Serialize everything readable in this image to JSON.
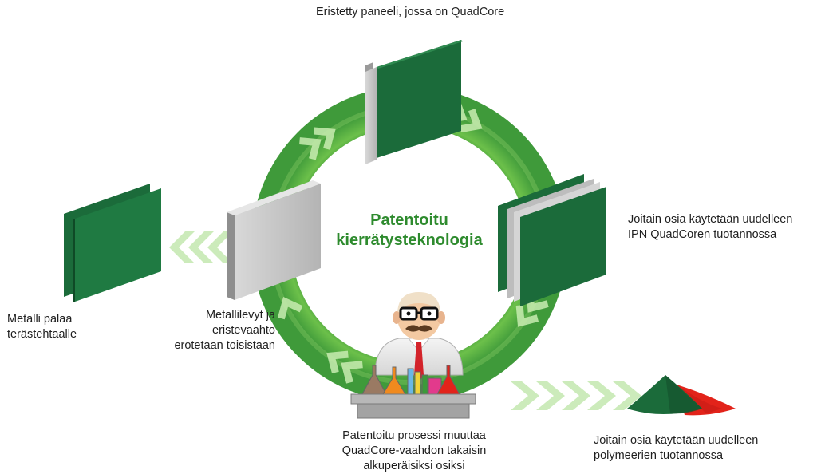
{
  "diagram": {
    "center_title": [
      "Patentoitu",
      "kierrätysteknologia"
    ],
    "labels": {
      "top_panel": [
        "Eristetty paneeli, jossa on QuadCore"
      ],
      "reuse_ipn": [
        "Joitain osia käytetään uudelleen",
        "IPN QuadCoren tuotannossa"
      ],
      "separation": [
        "Metallilevyt ja",
        "eristevaahto",
        "erotetaan toisistaan"
      ],
      "metal_steel": [
        "Metalli palaa",
        "terästehtaalle"
      ],
      "process": [
        "Patentoitu prosessi muuttaa",
        "QuadCore-vaahdon takaisin",
        "alkuperäisiksi osiksi"
      ],
      "reuse_polymer": [
        "Joitain osia käytetään uudelleen",
        "polymeerien tuotannossa"
      ]
    },
    "colors": {
      "panel_green": "#1b6b3a",
      "ring_dark": "#3f9a3a",
      "ring_light": "#b8e0a0",
      "title_green": "#2e8b2e",
      "powder_red": "#e2231a",
      "panel_gray": "#c4c4c4"
    },
    "icons": [
      "recycling-ring",
      "insulated-panel",
      "metal-sheets",
      "scientist",
      "lab-flasks",
      "polymer-powder-piles",
      "chevron-arrows"
    ]
  }
}
